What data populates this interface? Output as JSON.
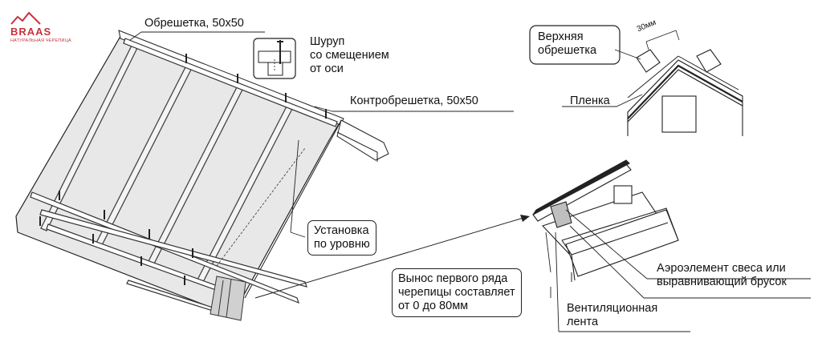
{
  "logo": {
    "name": "BRAAS",
    "tagline": "НАТУРАЛЬНАЯ ЧЕРЕПИЦА",
    "color": "#c8323c"
  },
  "labels": {
    "batten": "Обрешетка, 50x50",
    "screw": "Шуруп\nсо смещением\nот оси",
    "counter_batten": "Контробрешетка, 50x50",
    "top_batten": "Верхняя\nобрешетка",
    "gap": "30мм",
    "film": "Пленка",
    "level": "Установка\nпо уровню",
    "overhang": "Вынос первого ряда\nчерепицы составляет\nот 0 до 80мм",
    "vent_tape": "Вентиляционная\nлента",
    "aero": "Аэроэлемент свеса или\nвыравнивающий брусок"
  },
  "colors": {
    "roof_fill": "#e6e6e6",
    "line": "#222222"
  }
}
